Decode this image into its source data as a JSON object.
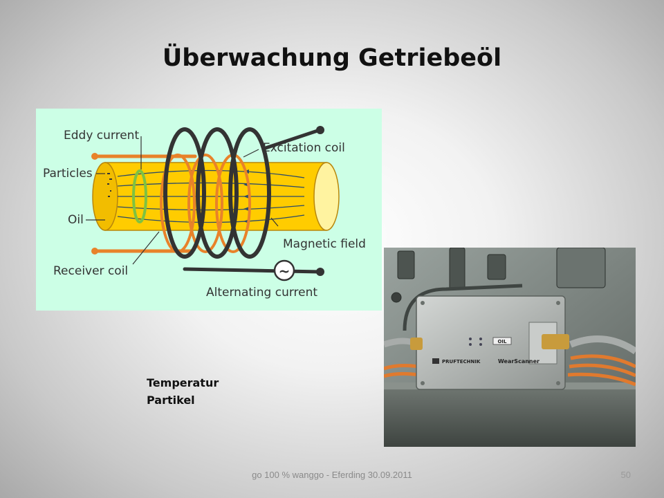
{
  "slide": {
    "title": "Überwachung Getriebeöl",
    "bullets": [
      "Temperatur",
      "Partikel"
    ],
    "footer": "go 100 % wanggo   -   Eferding 30.09.2011",
    "page_number": "50"
  },
  "diagram": {
    "labels": {
      "eddy_current": "Eddy current",
      "particles": "Particles",
      "oil": "Oil",
      "receiver_coil": "Receiver coil",
      "excitation_coil": "Excitation coil",
      "magnetic_field": "Magnetic field",
      "alternating_current": "Alternating current"
    },
    "colors": {
      "background": "#ccffe6",
      "oil_pipe": "#ffcc00",
      "receiver_coil": "#e8822a",
      "excitation_coil": "#333333",
      "eddy_current": "#7dc242"
    },
    "ac_symbol": "~"
  },
  "photo": {
    "device_brand": "PRUFTECHNIK",
    "device_name": "WearScanner",
    "oil_tag": "OIL"
  }
}
